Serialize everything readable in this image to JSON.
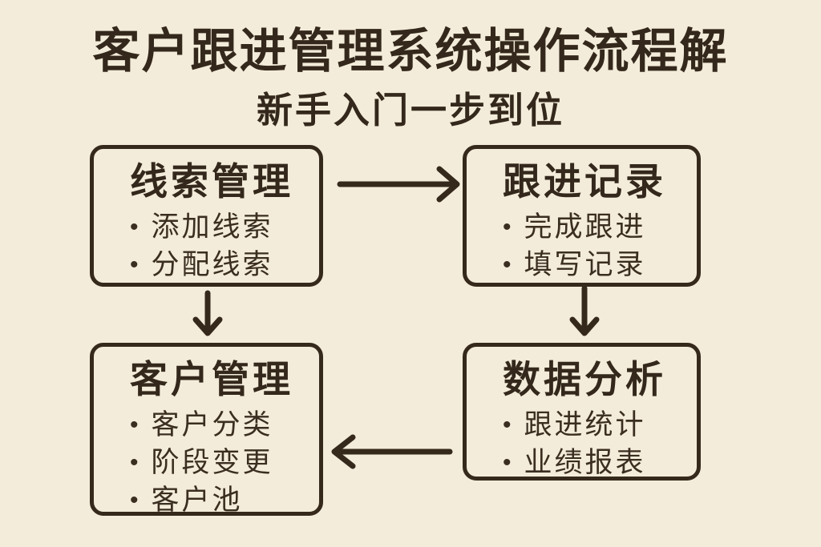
{
  "header": {
    "title": "客户跟进管理系统操作流程解",
    "subtitle": "新手入门一步到位"
  },
  "colors": {
    "background": "#f4ecda",
    "ink": "#35291c"
  },
  "flow": {
    "bullet": "•",
    "nodes": [
      {
        "id": "leads",
        "title": "线索管理",
        "items": [
          "添加线索",
          "分配线索"
        ]
      },
      {
        "id": "followup",
        "title": "跟进记录",
        "items": [
          "完成跟进",
          "填写记录"
        ]
      },
      {
        "id": "customers",
        "title": "客户管理",
        "items": [
          "客户分类",
          "阶段变更",
          "客户池"
        ]
      },
      {
        "id": "analysis",
        "title": "数据分析",
        "items": [
          "跟进统计",
          "业绩报表"
        ]
      }
    ],
    "edges": [
      {
        "from": "线索管理",
        "to": "跟进记录",
        "direction": "right"
      },
      {
        "from": "线索管理",
        "to": "客户管理",
        "direction": "down"
      },
      {
        "from": "跟进记录",
        "to": "数据分析",
        "direction": "down"
      },
      {
        "from": "数据分析",
        "to": "客户管理",
        "direction": "left"
      }
    ]
  }
}
